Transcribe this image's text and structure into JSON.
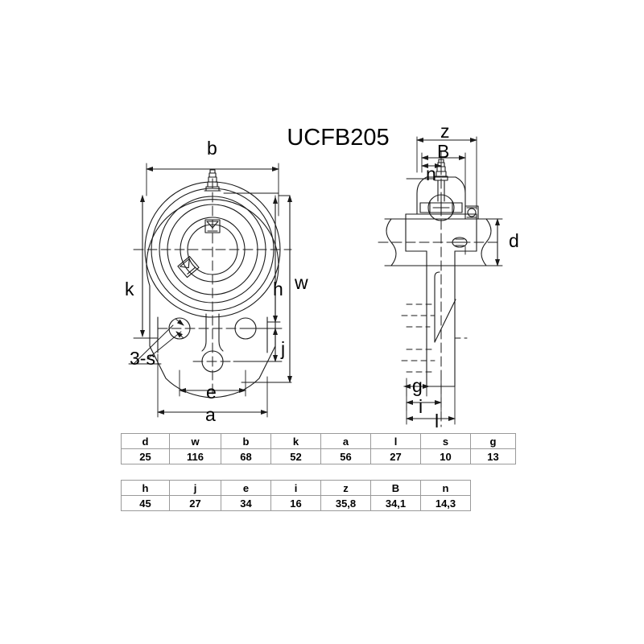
{
  "title": "UCFB205",
  "front_view": {
    "name": "front-view",
    "dimension_labels": [
      {
        "key": "b",
        "text": "b"
      },
      {
        "key": "w",
        "text": "w"
      },
      {
        "key": "h",
        "text": "h"
      },
      {
        "key": "j",
        "text": "j"
      },
      {
        "key": "k",
        "text": "k"
      },
      {
        "key": "e",
        "text": "e"
      },
      {
        "key": "a",
        "text": "a"
      },
      {
        "key": "holes",
        "text": "3-s"
      }
    ]
  },
  "side_view": {
    "name": "side-view",
    "dimension_labels": [
      {
        "key": "z",
        "text": "z"
      },
      {
        "key": "B",
        "text": "B"
      },
      {
        "key": "n",
        "text": "n"
      },
      {
        "key": "d",
        "text": "d"
      },
      {
        "key": "g",
        "text": "g"
      },
      {
        "key": "i",
        "text": "i"
      },
      {
        "key": "l",
        "text": "l"
      }
    ]
  },
  "labels": {
    "b": "b",
    "w": "w",
    "h": "h",
    "j": "j",
    "k": "k",
    "e": "e",
    "a": "a",
    "three_s": "3-s",
    "z": "z",
    "B": "B",
    "n": "n",
    "d": "d",
    "g": "g",
    "i": "i",
    "l": "l"
  },
  "tables": [
    {
      "id": "table-1",
      "headers": [
        "d",
        "w",
        "b",
        "k",
        "a",
        "l",
        "s",
        "g"
      ],
      "values": [
        "25",
        "116",
        "68",
        "52",
        "56",
        "27",
        "10",
        "13"
      ]
    },
    {
      "id": "table-2",
      "headers": [
        "h",
        "j",
        "e",
        "i",
        "z",
        "B",
        "n"
      ],
      "values": [
        "45",
        "27",
        "34",
        "16",
        "35,8",
        "34,1",
        "14,3"
      ]
    }
  ],
  "colors": {
    "line": "#1a1a1a",
    "table_border": "#9a9a9a",
    "background": "#ffffff"
  }
}
